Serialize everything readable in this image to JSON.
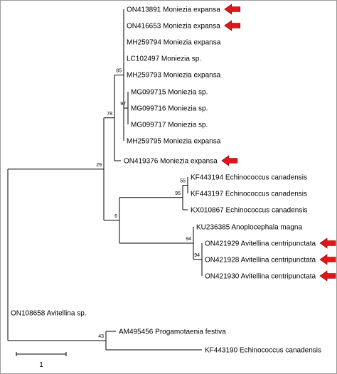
{
  "tree": {
    "scale_bar_label": "1",
    "arrow_color": "#e0161b",
    "taxa": [
      {
        "id": "t1",
        "label": "ON413891 Moniezia expansa",
        "marked": true
      },
      {
        "id": "t2",
        "label": "ON416653 Moniezia expansa",
        "marked": true
      },
      {
        "id": "t3",
        "label": "MH259794 Moniezia expansa",
        "marked": false
      },
      {
        "id": "t4",
        "label": "LC102497 Moniezia sp.",
        "marked": false
      },
      {
        "id": "t5",
        "label": "MH259793 Moniezia expansa",
        "marked": false
      },
      {
        "id": "t6",
        "label": "MG099715 Moniezia sp.",
        "marked": false
      },
      {
        "id": "t7",
        "label": "MG099716 Moniezia sp.",
        "marked": false
      },
      {
        "id": "t8",
        "label": "MG099717 Moniezia sp.",
        "marked": false
      },
      {
        "id": "t9",
        "label": "MH259795 Moniezia expansa",
        "marked": false
      },
      {
        "id": "t10",
        "label": "ON419376 Moniezia expansa",
        "marked": true
      },
      {
        "id": "t11",
        "label": "KF443194 Echinococcus canadensis",
        "marked": false
      },
      {
        "id": "t12",
        "label": "KF443197 Echinococcus canadensis",
        "marked": false
      },
      {
        "id": "t13",
        "label": "KX010867 Echinococcus canadensis",
        "marked": false
      },
      {
        "id": "t14",
        "label": "KU236385 Anoplocephala magna",
        "marked": false
      },
      {
        "id": "t15",
        "label": "ON421929 Avitellina centripunctata",
        "marked": true
      },
      {
        "id": "t16",
        "label": "ON421928 Avitellina centripunctata",
        "marked": true
      },
      {
        "id": "t17",
        "label": "ON421930 Avitellina centripunctata",
        "marked": true
      },
      {
        "id": "t18",
        "label": "ON108658 Avitellina sp.",
        "marked": false
      },
      {
        "id": "t19",
        "label": "AM495456 Progamotaenia festiva",
        "marked": false
      },
      {
        "id": "t20",
        "label": "KF443190 Echinococcus canadensis",
        "marked": false
      }
    ],
    "bootstrap": [
      {
        "id": "n_85",
        "value": "85"
      },
      {
        "id": "n_97",
        "value": "97"
      },
      {
        "id": "n_78",
        "value": "78"
      },
      {
        "id": "n_29",
        "value": "29"
      },
      {
        "id": "n_55",
        "value": "55"
      },
      {
        "id": "n_95",
        "value": "95"
      },
      {
        "id": "n_6",
        "value": "6"
      },
      {
        "id": "n_94a",
        "value": "94"
      },
      {
        "id": "n_94b",
        "value": "94"
      },
      {
        "id": "n_43",
        "value": "43"
      }
    ]
  }
}
